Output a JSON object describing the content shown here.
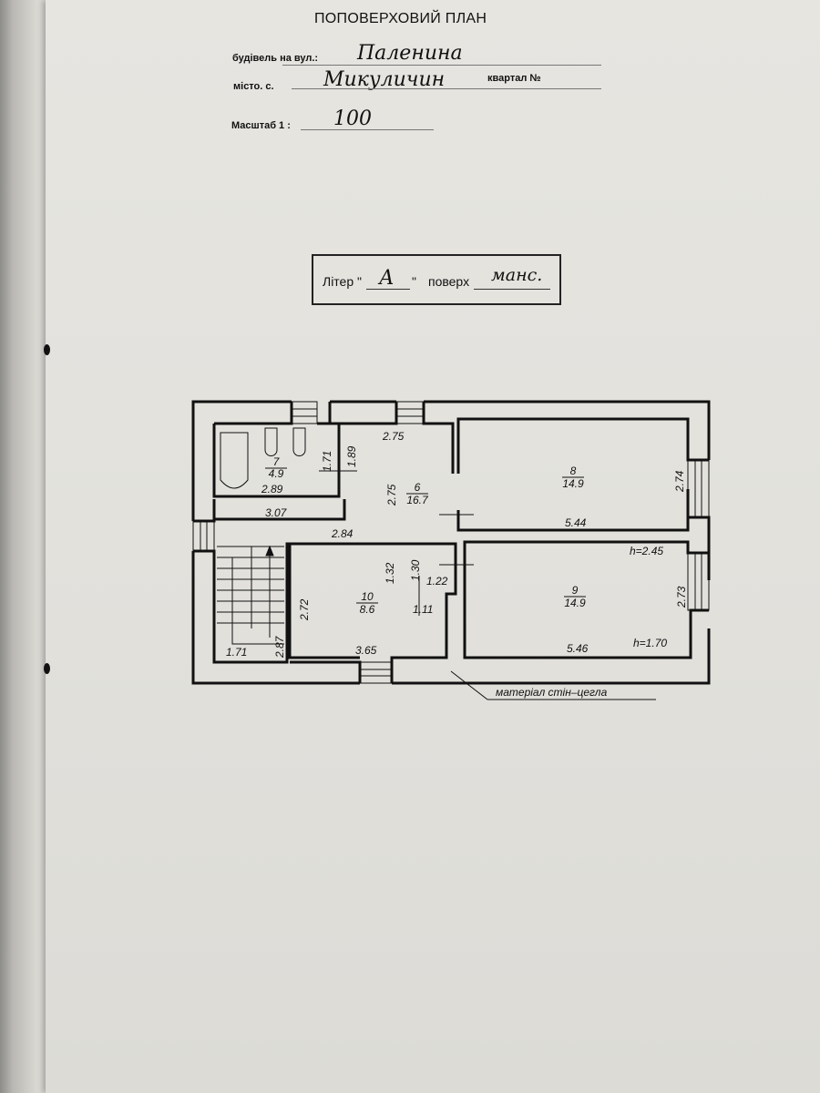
{
  "header": {
    "title": "ПОПОВЕРХОВИЙ ПЛАН",
    "street_label": "будівель на вул.:",
    "street_value": "Паленина",
    "city_label": "місто. с.",
    "city_value": "Микуличин",
    "quarter_label": "квартал №",
    "scale_label": "Масштаб 1 :",
    "scale_value": "100"
  },
  "liter_box": {
    "liter_label": "Літер \"",
    "liter_quote": "\"",
    "liter_value": "А",
    "floor_label": "поверх",
    "floor_value": "манс."
  },
  "plan": {
    "rooms": [
      {
        "number": "7",
        "area": "4.9"
      },
      {
        "number": "6",
        "area": "16.7"
      },
      {
        "number": "8",
        "area": "14.9"
      },
      {
        "number": "9",
        "area": "14.9"
      },
      {
        "number": "10",
        "area": "8.6"
      }
    ],
    "dimensions": {
      "d275_top": "2.75",
      "d171_bath": "1.71",
      "d189": "1.89",
      "d289": "2.89",
      "d275_v": "2.75",
      "d307": "3.07",
      "d284": "2.84",
      "d132": "1.32",
      "d130": "1.30",
      "d122": "1.22",
      "d111": "1.11",
      "d272": "2.72",
      "d171_stair": "1.71",
      "d287": "2.87",
      "d365": "3.65",
      "d274": "2.74",
      "d544": "5.44",
      "h245": "h=2.45",
      "d273": "2.73",
      "d546": "5.46",
      "h170": "h=1.70"
    },
    "material_note": "матеріал стін–цегла"
  }
}
